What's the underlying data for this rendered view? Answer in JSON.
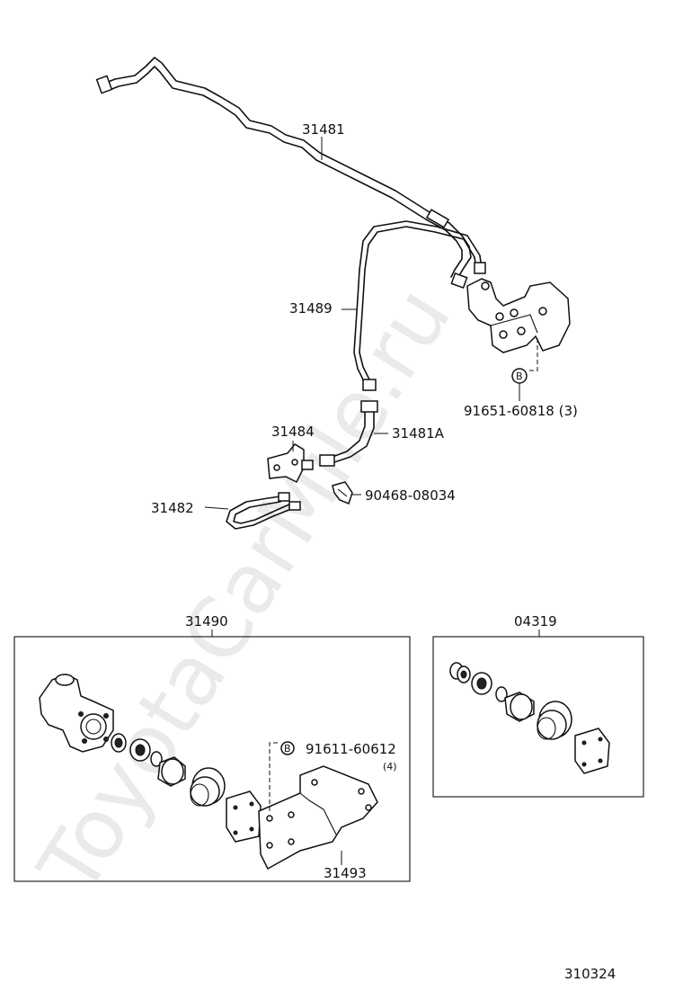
{
  "watermark": "ToyotaCarMile.ru",
  "labels": {
    "p31481": "31481",
    "p31489": "31489",
    "p31484": "31484",
    "p31481A": "31481A",
    "p31482": "31482",
    "p90468": "90468-08034",
    "p91651": "91651-60818 (3)",
    "p31490": "31490",
    "p04319": "04319",
    "p91611": "91611-60612",
    "p91611_qty": "(4)",
    "p31493": "31493",
    "diagram_no": "310324"
  },
  "callout_letters": {
    "b1": "B",
    "b2": "B"
  }
}
